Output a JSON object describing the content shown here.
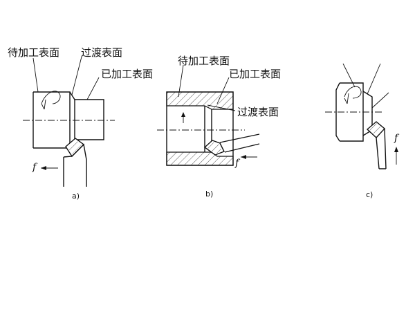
{
  "figure_a": {
    "label_unmachined": "待加工表面",
    "label_transition": "过渡表面",
    "label_machined": "已加工表面",
    "feed_symbol": "f",
    "caption": "a)"
  },
  "figure_b": {
    "label_unmachined": "待加工表面",
    "label_machined": "已加工表面",
    "label_transition": "过渡表面",
    "feed_symbol": "f",
    "caption": "b)"
  },
  "figure_c": {
    "feed_symbol": "f",
    "caption": "c)"
  }
}
